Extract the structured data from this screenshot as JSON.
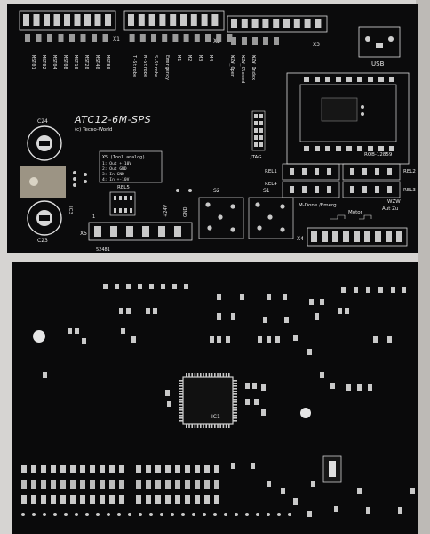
{
  "top_board": {
    "title": "ATC12-6M-SPS",
    "copyright": "(c) Tecno-World",
    "connectors": {
      "x1": "X1",
      "x2": "X2",
      "x3": "X3",
      "x4": "X4",
      "x5": "X5"
    },
    "usb": "USB",
    "input_labels": [
      "MST01",
      "MST02",
      "MST04",
      "MST08",
      "MST10",
      "MST20",
      "MST40",
      "MST80",
      "T-Strobe",
      "M-Strobe",
      "S-Strobe",
      "Emergency",
      "M1",
      "M2",
      "M3",
      "M4",
      "WZW_Open",
      "WZW_Closed",
      "WZW_Index"
    ],
    "jtag": "JTAG",
    "module": "ROB-12859",
    "caps": {
      "c24": "C24",
      "c23": "C23",
      "ic3": "IC3"
    },
    "x5_box": {
      "title": "X5 (Tool analog)",
      "lines": [
        "1: Out +-10V",
        "2: Out GND",
        "3: In GND",
        "4: In +-10V"
      ]
    },
    "rel5": "REL5",
    "switches": {
      "s1": "S1",
      "s2": "S2"
    },
    "relays": {
      "rel1": "REL1",
      "rel2": "REL2",
      "rel3": "REL3",
      "rel4": "REL4"
    },
    "x4_labels": {
      "m_done": "M-Done /Emerg.",
      "motor": "Motor",
      "wzw": "WZW",
      "aut_zu": "Aut Zu"
    },
    "x5_pins": {
      "pin1": "1",
      "plus24": "+24V",
      "gnd": "GND"
    },
    "part_number": "52481"
  },
  "bottom_board": {
    "ic_label": "IC1"
  },
  "colors": {
    "pcb": "#0b0b0c",
    "silkscreen": "#e8e8e8",
    "pad": "#c9c9c9",
    "background": "#d6d4d2"
  }
}
